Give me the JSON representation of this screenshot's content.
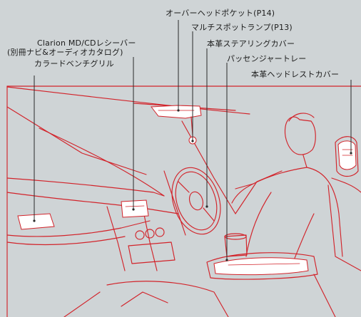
{
  "labels": {
    "overhead_pocket": "オーバーヘッドポケット(P14)",
    "multi_spot_lamp": "マルチスポットランプ(P13)",
    "leather_steering_cover": "本革ステアリングカバー",
    "passenger_tray": "パッセンジャートレー",
    "leather_headrest_cover": "本革ヘッドレストカバー",
    "clarion_line1": "Clarion MD/CDレシーバー",
    "clarion_line2": "(別冊ナビ&オーディオカタログ)",
    "color_bench_grille": "カラードベンチグリル"
  },
  "colors": {
    "background": "#cfd4d6",
    "drawing_line": "#d2232a",
    "leader": "#2a2a2a"
  }
}
